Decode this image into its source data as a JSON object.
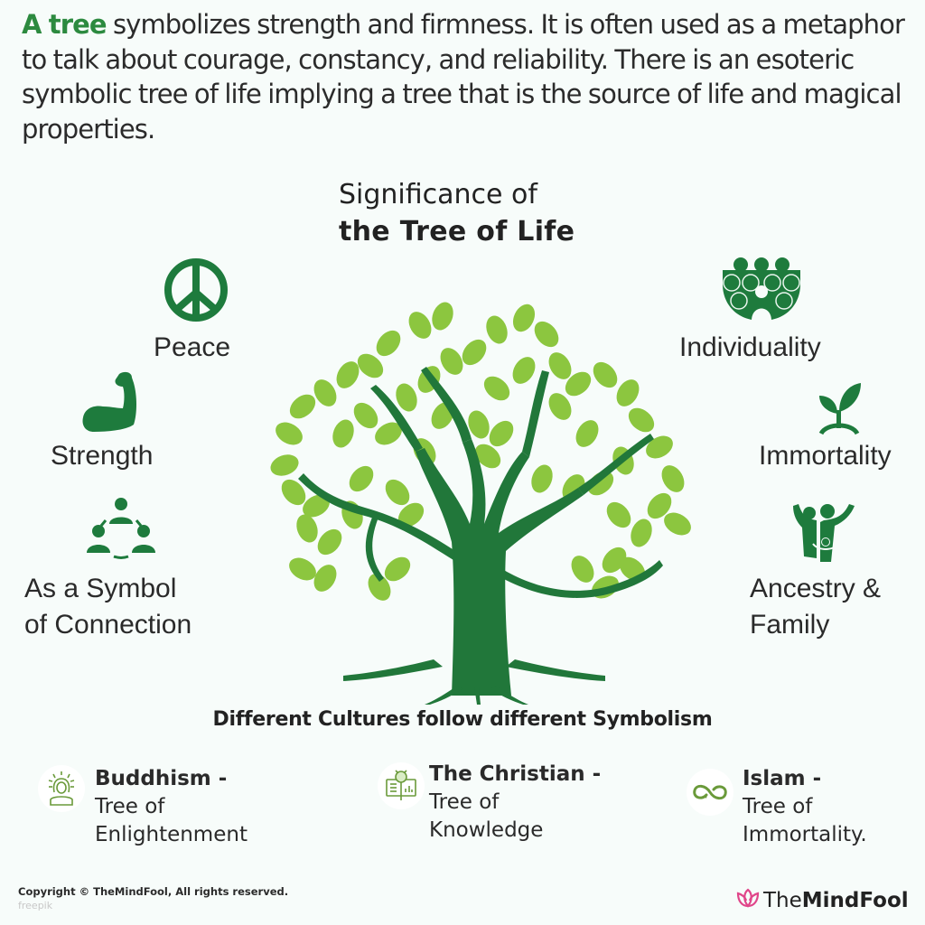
{
  "intro": {
    "lead": "A tree",
    "text": " symbolizes strength and firmness.  It is often used as a metaphor to talk about courage, constancy, and reliability. There is an esoteric symbolic tree of life implying a tree that is the source of life and magical properties."
  },
  "title": {
    "line1": "Significance of",
    "line2": "the Tree of Life"
  },
  "features": {
    "left": [
      {
        "label": "Peace",
        "icon": "peace-icon"
      },
      {
        "label": "Strength",
        "icon": "flexed-arm-icon"
      },
      {
        "label_line1": "As a Symbol",
        "label_line2": "of Connection",
        "icon": "people-connection-icon"
      }
    ],
    "right": [
      {
        "label": "Individuality",
        "icon": "crowd-individual-icon"
      },
      {
        "label": "Immortality",
        "icon": "sprout-icon"
      },
      {
        "label_line1": "Ancestry &",
        "label_line2": "Family",
        "icon": "family-icon"
      }
    ]
  },
  "cultures": {
    "title": "Different Cultures follow different Symbolism",
    "items": [
      {
        "name": "Buddhism -",
        "line1": "Tree of",
        "line2": "Enlightenment",
        "icon": "buddha-icon"
      },
      {
        "name": "The Christian -",
        "line1": "Tree of",
        "line2": "Knowledge",
        "icon": "book-lightbulb-icon"
      },
      {
        "name": "Islam -",
        "line1": "Tree of",
        "line2": "Immortality.",
        "icon": "infinity-icon"
      }
    ]
  },
  "footer": {
    "copyright": "Copyright © TheMindFool, All rights reserved.",
    "credit": "freepik",
    "brand_light": "The",
    "brand_bold": "MindFool"
  },
  "colors": {
    "accent_green": "#2c8a3f",
    "icon_green": "#1e7b3d",
    "leaf_green": "#8cc63f",
    "trunk_green": "#21773a",
    "brand_pink": "#e0468a",
    "culture_icon_green": "#6a9a3a",
    "background": "#f7fcfa"
  }
}
